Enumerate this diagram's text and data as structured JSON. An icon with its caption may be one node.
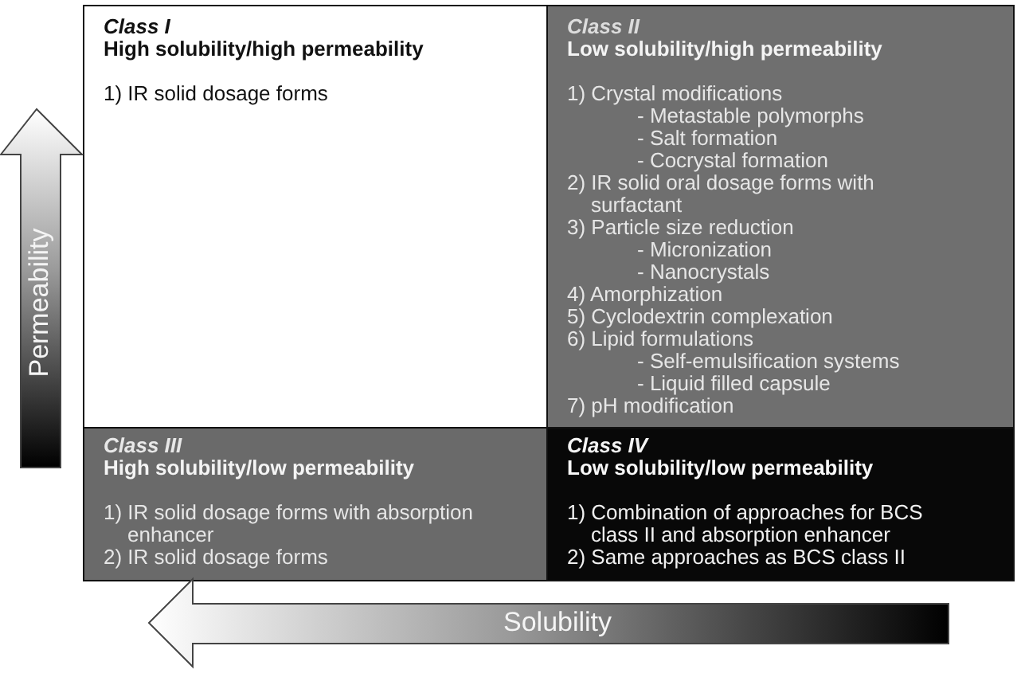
{
  "diagram": {
    "nodes": [
      {
        "text": [
          "Class I",
          "High solubility/high permeability",
          "1) IR solid dosage forms"
        ]
      },
      {
        "text": [
          "Class II",
          "Low solubility/high permeability",
          "1) Crystal modifications",
          "- Metastable polymorphs",
          "- Salt formation",
          "- Cocrystal formation",
          "2) IR solid oral dosage forms with surfactant",
          "3) Particle size reduction",
          "- Micronization",
          "- Nanocrystals",
          "4) Amorphization",
          "5) Cyclodextrin complexation",
          "6) Lipid formulations",
          "- Self-emulsification systems",
          "- Liquid filled capsule",
          "7) pH modification"
        ]
      },
      {
        "text": [
          "Class III",
          "High solubility/low permeability",
          "1) IR solid dosage forms with absorption enhancer",
          "2) IR solid dosage forms"
        ]
      },
      {
        "text": [
          "Class IV",
          "Low solubility/low permeability",
          "1) Combination of approaches for BCS class II and absorption enhancer",
          "2) Same approaches as BCS class II"
        ]
      }
    ],
    "labels": [
      "Permeability",
      "Solubility"
    ]
  }
}
